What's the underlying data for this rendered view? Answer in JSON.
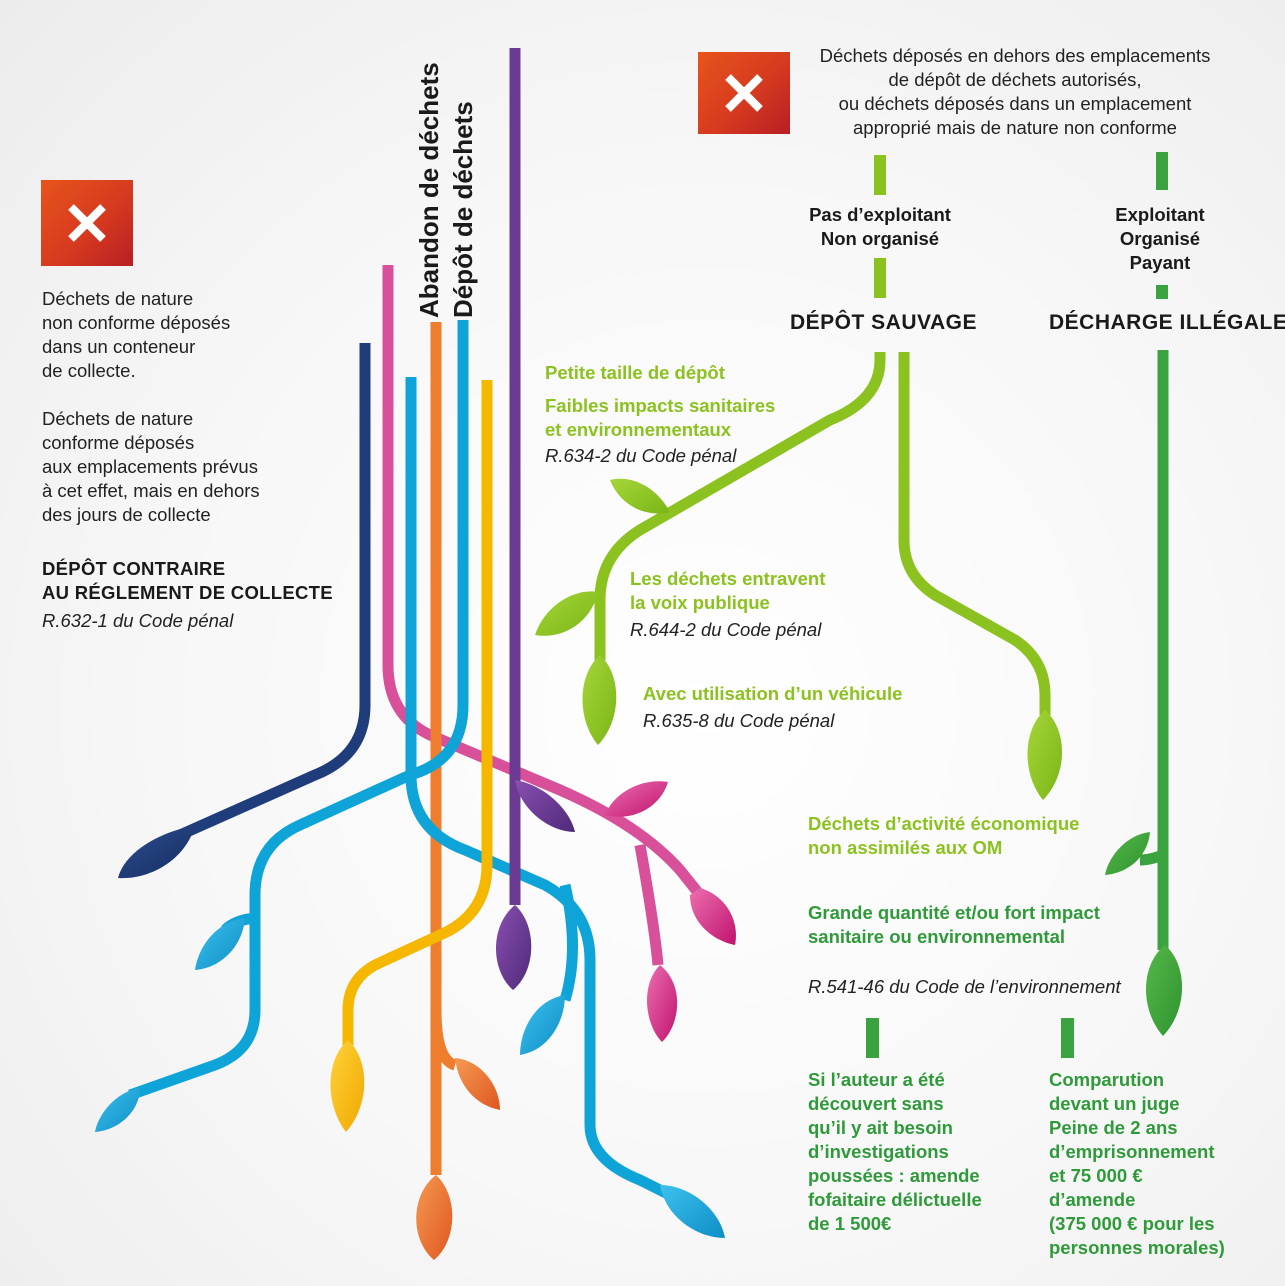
{
  "vertical_titles": {
    "abandon": "Abandon de déchets",
    "depot": "Dépôt de déchets"
  },
  "left": {
    "desc1": [
      "Déchets de nature",
      "non conforme déposés",
      "dans un conteneur",
      "de collecte."
    ],
    "desc2": [
      "Déchets de nature",
      "conforme déposés",
      "aux emplacements prévus",
      "à cet effet, mais en dehors",
      "des jours de collecte"
    ],
    "title": [
      "DÉPÔT CONTRAIRE",
      "AU RÉGLEMENT DE COLLECTE"
    ],
    "law": "R.632-1 du Code pénal"
  },
  "top_right": {
    "desc": [
      "Déchets déposés en dehors des emplacements",
      "de dépôt de déchets autorisés,",
      "ou déchets déposés dans un emplacement",
      "approprié mais de nature non conforme"
    ]
  },
  "branches": {
    "left": [
      "Pas d’exploitant",
      "Non organisé"
    ],
    "right": [
      "Exploitant",
      "Organisé",
      "Payant"
    ],
    "left_title": "DÉPÔT SAUVAGE",
    "right_title": "DÉCHARGE ILLÉGALE"
  },
  "sauvage": {
    "small": "Petite taille de dépôt",
    "impacts": [
      "Faibles impacts sanitaires",
      "et environnementaux"
    ],
    "law1": "R.634-2 du Code pénal",
    "voie": [
      "Les déchets entravent",
      "la voix publique"
    ],
    "law2": "R.644-2 du Code pénal",
    "vehicule": "Avec utilisation d’un véhicule",
    "law3": "R.635-8 du Code pénal"
  },
  "decharge": {
    "activite": [
      "Déchets d’activité économique",
      "non assimilés aux OM"
    ],
    "quantite": [
      "Grande quantité et/ou fort impact",
      "sanitaire ou environnemental"
    ],
    "law": "R.541-46 du Code de l’environnement",
    "outcome1": [
      "Si l’auteur a été",
      "découvert sans",
      "qu’il y ait besoin",
      "d’investigations",
      "poussées : amende",
      "fofaitaire délictuelle",
      "de 1 500€"
    ],
    "outcome2": [
      "Comparution",
      "devant un juge",
      "Peine de 2 ans",
      "d’emprisonnement",
      "et 75 000 €",
      "d’amende",
      "(375 000 € pour les",
      "personnes morales)"
    ]
  },
  "colors": {
    "navy": "#1f3d7a",
    "pink": "#d8509a",
    "orange": "#ef7d2e",
    "cyan": "#0fa4d8",
    "yellow": "#f5b700",
    "purple": "#6b3a93",
    "light_green": "#8cc21f",
    "dark_green": "#3aa33f",
    "red_box": "#d63a1f"
  },
  "icons": {
    "reject": "close-icon"
  }
}
